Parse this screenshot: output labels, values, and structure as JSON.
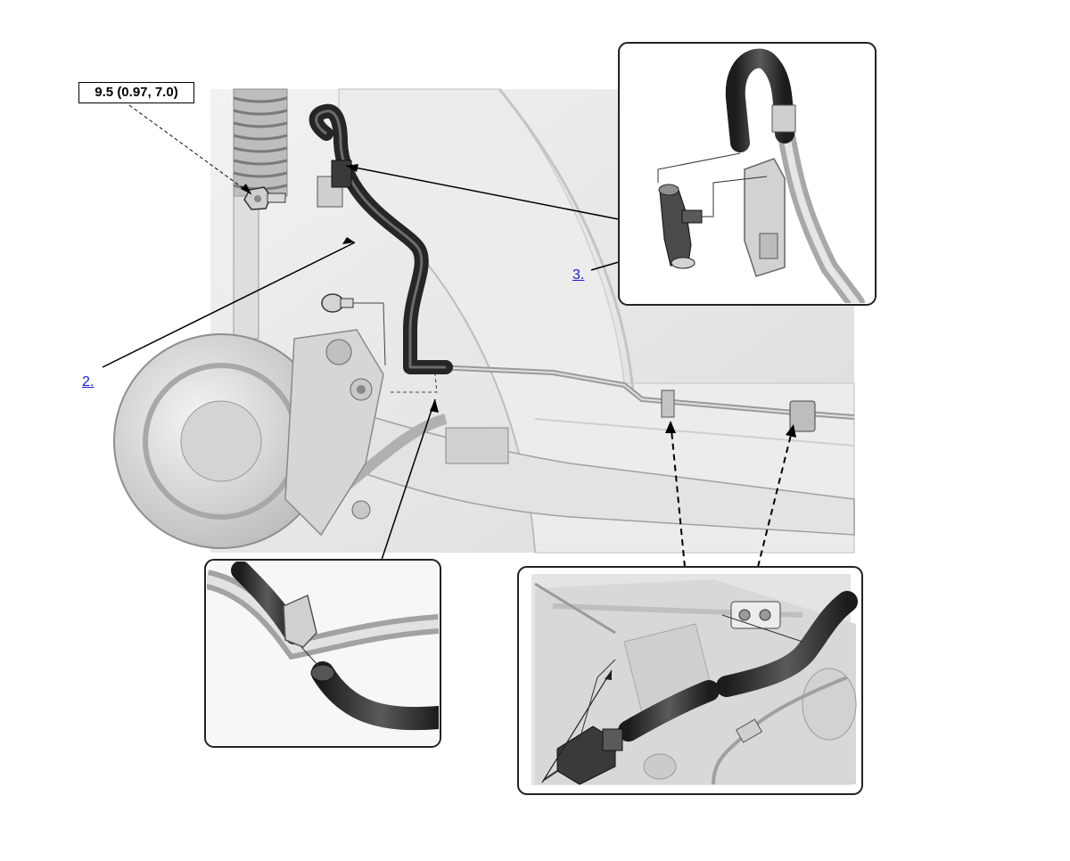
{
  "torque_spec": "9.5 (0.97, 7.0)",
  "callouts": [
    {
      "label": "2."
    },
    {
      "label": "3."
    }
  ],
  "colors": {
    "line": "#000000",
    "hose": "#2e2e2e",
    "part_light": "#e8e8e8",
    "part_mid": "#c9c9c9",
    "link": "#1a1ad8"
  }
}
